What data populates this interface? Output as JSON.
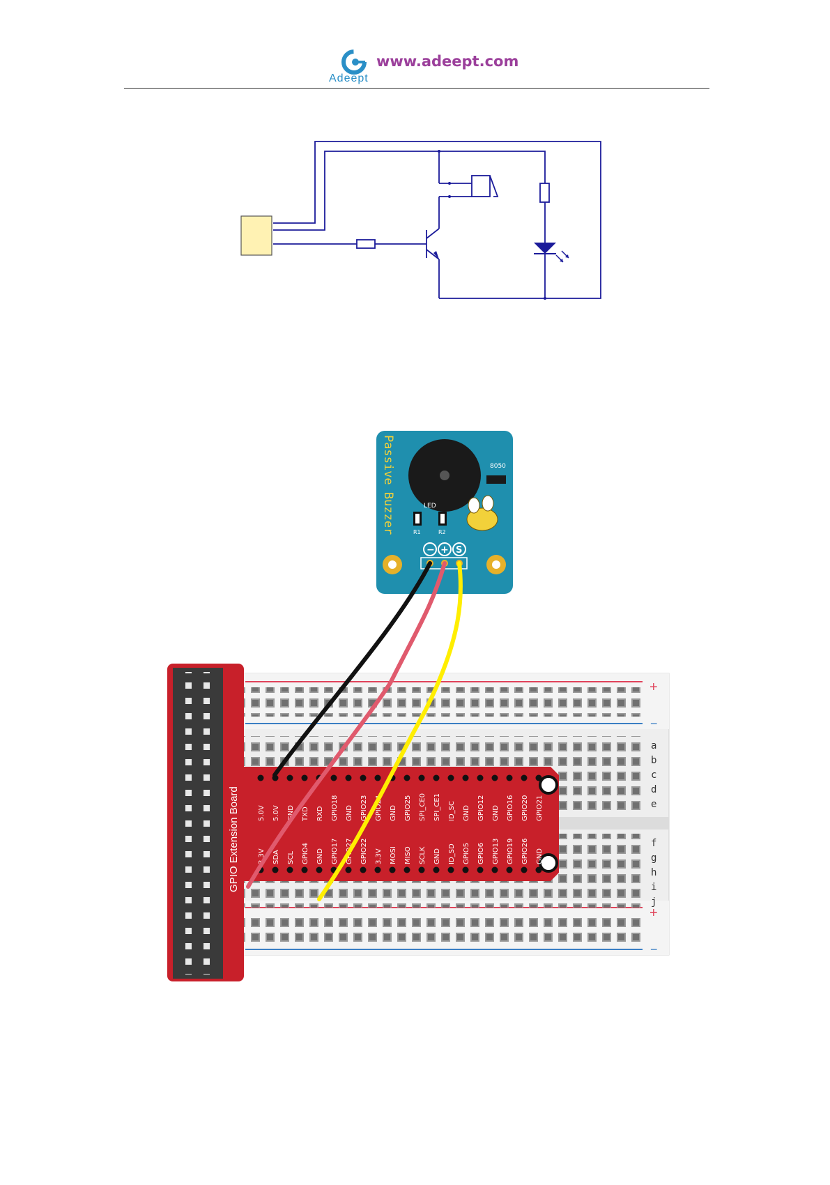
{
  "header": {
    "logo_text": "Adeept",
    "site_url": "www.adeept.com"
  },
  "module": {
    "name": "Passive Buzzer",
    "transistor_label": "8050",
    "led_label": "LED",
    "r1_label": "R1",
    "r2_label": "R2",
    "pin_minus": "−",
    "pin_plus": "+",
    "pin_signal": "S"
  },
  "board": {
    "name": "GPIO Extension Board",
    "top_row_labels": [
      "5.0V",
      "5.0V",
      "GND",
      "TXD",
      "RXD",
      "GPIO18",
      "GND",
      "GPIO23",
      "GPIO24",
      "GND",
      "GPIO25",
      "SPI_CE0",
      "SPI_CE1",
      "ID_SC",
      "GND",
      "GPIO12",
      "GND",
      "GPIO16",
      "GPIO20",
      "GPIO21"
    ],
    "bottom_row_labels": [
      "3.3V",
      "SDA",
      "SCL",
      "GPIO4",
      "GND",
      "GPIO17",
      "GPIO27",
      "GPIO22",
      "3.3V",
      "MOSI",
      "MISO",
      "SCLK",
      "GND",
      "ID_SD",
      "GPIO5",
      "GPIO6",
      "GPIO13",
      "GPIO19",
      "GPIO26",
      "GND"
    ]
  },
  "breadboard": {
    "rail_plus": "+",
    "rail_minus": "−",
    "row_letters_top": [
      "a",
      "b",
      "c",
      "d",
      "e"
    ],
    "row_letters_bottom": [
      "f",
      "g",
      "h",
      "i",
      "j"
    ]
  },
  "colors": {
    "wire_black": "#111111",
    "wire_red": "#e05a6d",
    "wire_yellow": "#ffee00",
    "board_red": "#c8202a",
    "module_blue": "#1f8fae",
    "schematic_blue": "#1b1b9a",
    "brand_purple": "#9b3f9b"
  }
}
